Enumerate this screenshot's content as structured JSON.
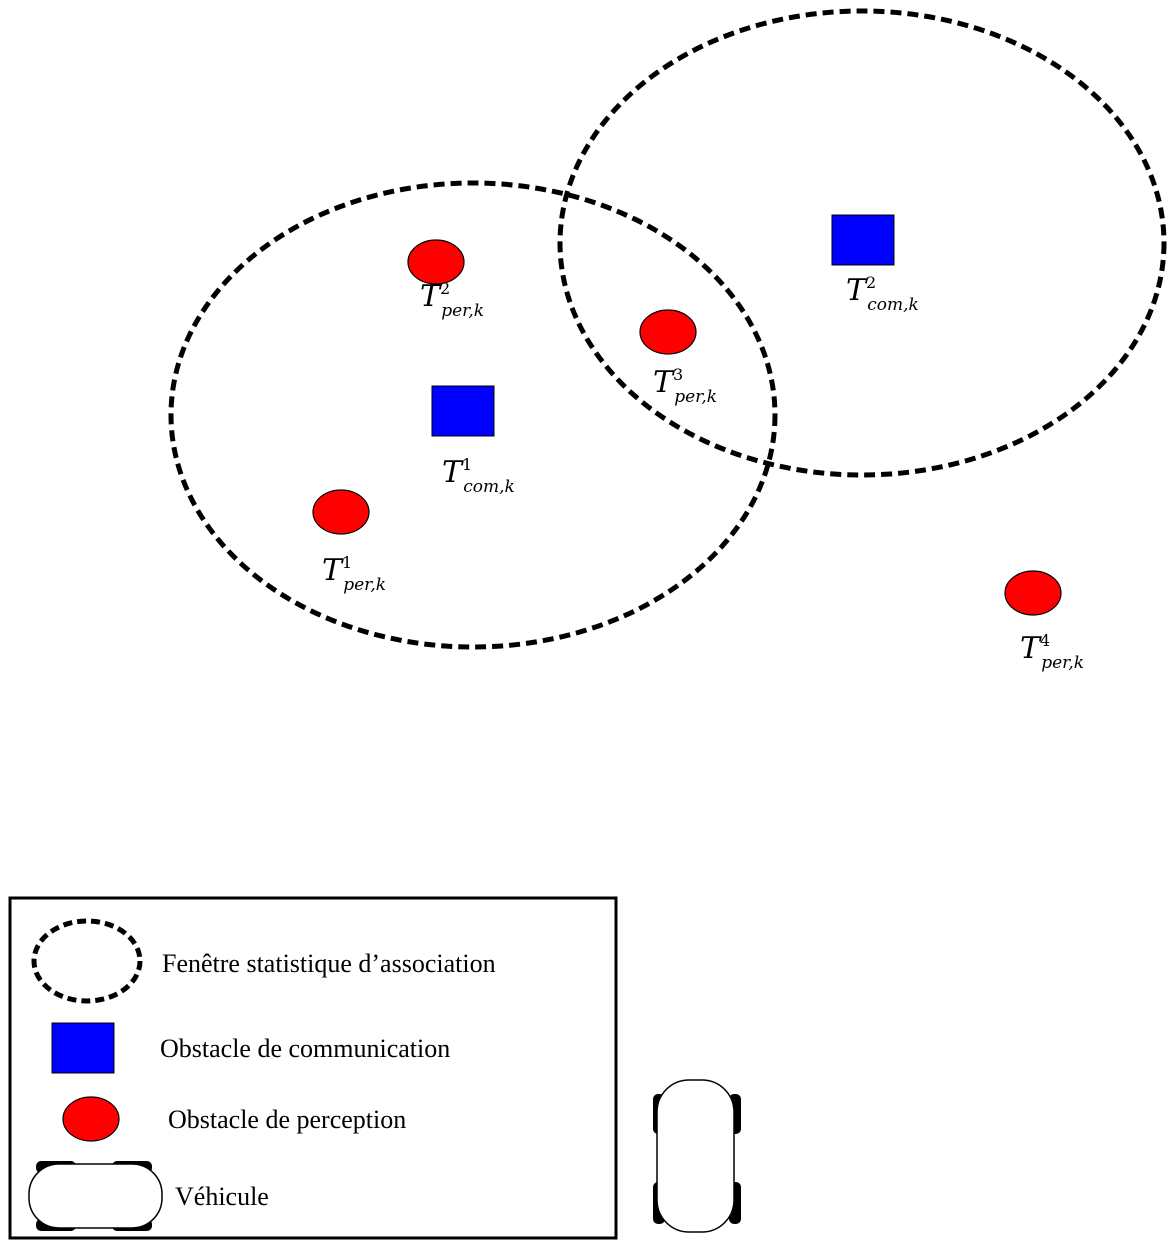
{
  "targets": [
    {
      "id": "per2",
      "kind": "perception",
      "base": "T",
      "sup": "2",
      "sub": "per,k"
    },
    {
      "id": "per3",
      "kind": "perception",
      "base": "T",
      "sup": "3",
      "sub": "per,k"
    },
    {
      "id": "per1",
      "kind": "perception",
      "base": "T",
      "sup": "1",
      "sub": "per,k"
    },
    {
      "id": "per4",
      "kind": "perception",
      "base": "T",
      "sup": "4",
      "sub": "per,k"
    },
    {
      "id": "com1",
      "kind": "communication",
      "base": "T",
      "sup": "1",
      "sub": "com,k"
    },
    {
      "id": "com2",
      "kind": "communication",
      "base": "T",
      "sup": "2",
      "sub": "com,k"
    }
  ],
  "legend": {
    "window_label": "Fenêtre statistique d’association",
    "communication_label": "Obstacle de communication",
    "perception_label": "Obstacle de perception",
    "vehicle_label": "Véhicule"
  },
  "colors": {
    "perception": "#ff0000",
    "communication": "#0000ff",
    "outline": "#000000"
  }
}
